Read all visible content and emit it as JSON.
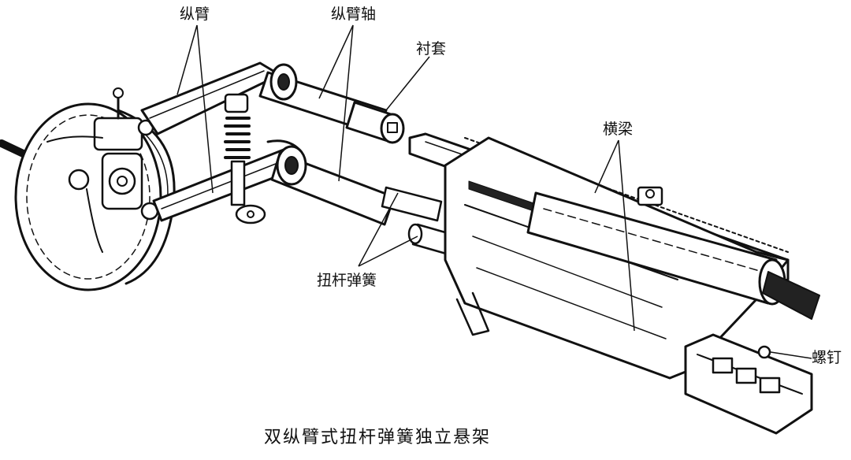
{
  "labels": {
    "trailing_arm": "纵臂",
    "trailing_arm_shaft": "纵臂轴",
    "bushing": "衬套",
    "crossbeam": "横梁",
    "torsion_bar_spring": "扭杆弹簧",
    "bolt": "螺钉"
  },
  "caption": "双纵臂式扭杆弹簧独立悬架",
  "colors": {
    "ink": "#111111",
    "paper": "#ffffff"
  }
}
